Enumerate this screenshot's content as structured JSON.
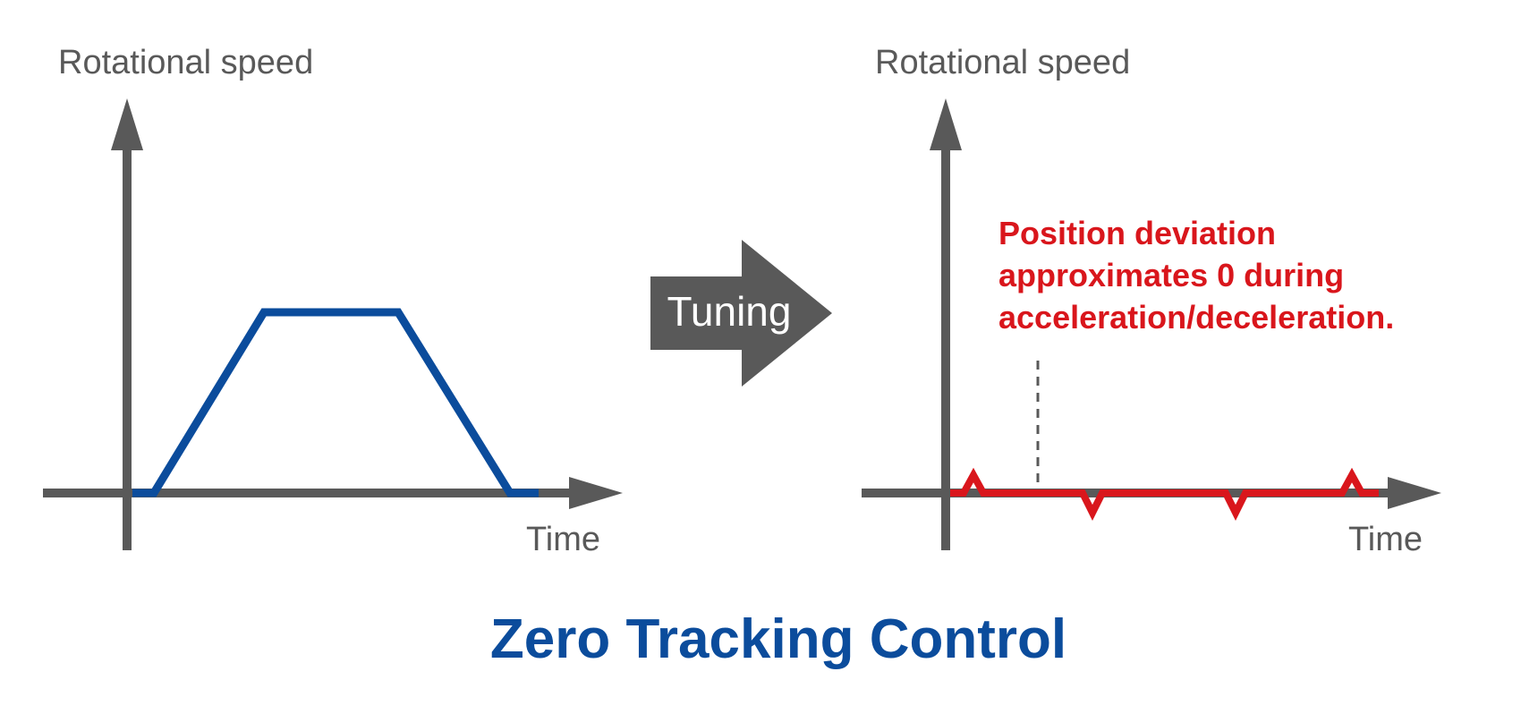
{
  "title": "Zero Tracking Control",
  "left_graph": {
    "y_axis_label": "Rotational speed",
    "x_axis_label": "Time"
  },
  "transition": {
    "label": "Tuning"
  },
  "right_graph": {
    "y_axis_label": "Rotational speed",
    "x_axis_label": "Time",
    "annotation": [
      "Position deviation",
      "approximates 0 during",
      "acceleration/deceleration."
    ]
  },
  "colors": {
    "axis": "#595959",
    "speed_profile": "#0b4c9c",
    "deviation": "#d9161c",
    "title": "#0b4c9c",
    "arrow": "#595959"
  }
}
